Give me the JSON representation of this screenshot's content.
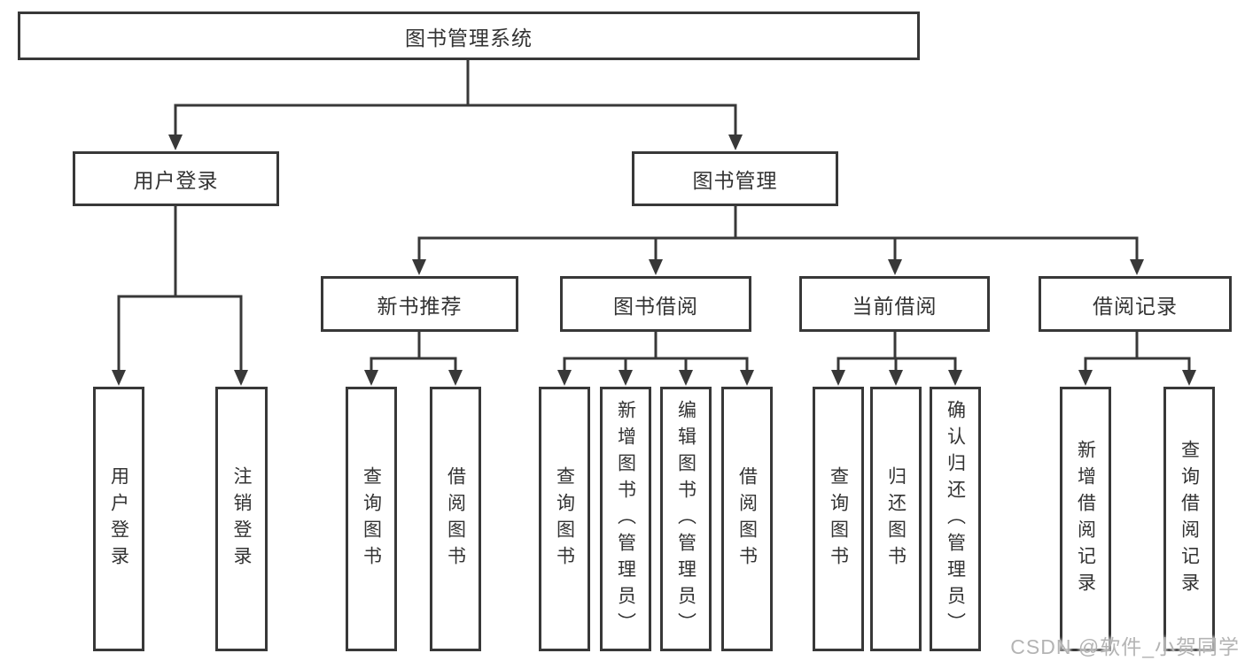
{
  "diagram": {
    "type": "hierarchy",
    "root": {
      "label": "图书管理系统",
      "children": [
        {
          "label": "用户登录",
          "children": [
            {
              "label": "用户登录"
            },
            {
              "label": "注销登录"
            }
          ]
        },
        {
          "label": "图书管理",
          "children": [
            {
              "label": "新书推荐",
              "children": [
                {
                  "label": "查询图书"
                },
                {
                  "label": "借阅图书"
                }
              ]
            },
            {
              "label": "图书借阅",
              "children": [
                {
                  "label": "查询图书"
                },
                {
                  "label": "新增图书（管理员）"
                },
                {
                  "label": "编辑图书（管理员）"
                },
                {
                  "label": "借阅图书"
                }
              ]
            },
            {
              "label": "当前借阅",
              "children": [
                {
                  "label": "查询图书"
                },
                {
                  "label": "归还图书"
                },
                {
                  "label": "确认归还（管理员）"
                }
              ]
            },
            {
              "label": "借阅记录",
              "children": [
                {
                  "label": "新增借阅记录"
                },
                {
                  "label": "查询借阅记录"
                }
              ]
            }
          ]
        }
      ]
    }
  },
  "watermark": {
    "text": "CSDN @软件_小贺同学"
  },
  "colors": {
    "line": "#383838",
    "box_border": "#383838",
    "text": "#333333",
    "background": "#ffffff",
    "watermark": "#b4b4b4"
  }
}
